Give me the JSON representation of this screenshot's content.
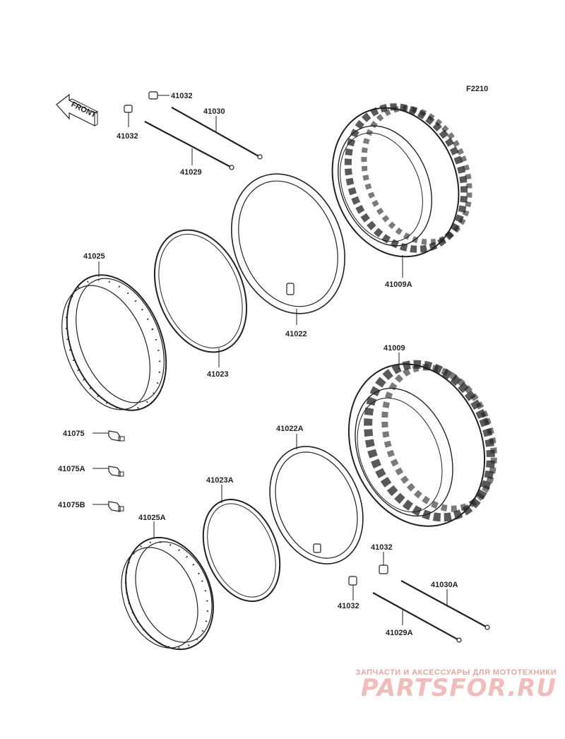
{
  "figure_code": "F2210",
  "front_label": "FRONT",
  "labels": {
    "l41032_a": "41032",
    "l41032_b": "41032",
    "l41030": "41030",
    "l41029": "41029",
    "l41025": "41025",
    "l41023": "41023",
    "l41022": "41022",
    "l41009A": "41009A",
    "l41009": "41009",
    "l41075": "41075",
    "l41075A": "41075A",
    "l41075B": "41075B",
    "l41022A": "41022A",
    "l41023A": "41023A",
    "l41025A": "41025A",
    "l41032_c": "41032",
    "l41032_d": "41032",
    "l41030A": "41030A",
    "l41029A": "41029A"
  },
  "watermark": {
    "tagline": "ЗАПЧАСТИ И АКСЕССУАРЫ ДЛЯ МОТОТЕХНИКИ",
    "logo": "PARTSFOR.RU",
    "color": "#e8a0a0"
  }
}
